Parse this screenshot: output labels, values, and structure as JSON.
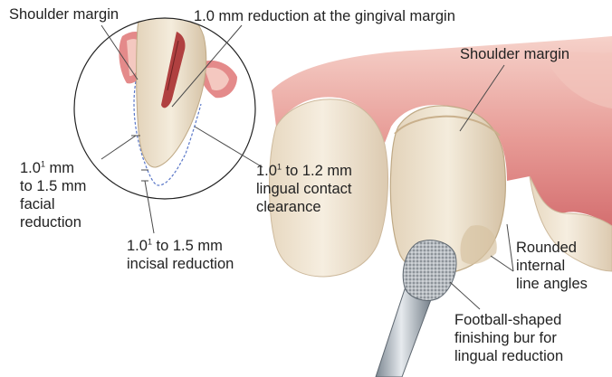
{
  "labels": {
    "shoulder_margin_top": "Shoulder margin",
    "reduction_gingival": "1.0 mm reduction at the gingival margin",
    "shoulder_margin_right": "Shoulder margin",
    "facial_base": "1.0",
    "facial_sup": "1",
    "facial_rest": " mm",
    "facial_line2": "to 1.5 mm",
    "facial_line3": "facial",
    "facial_line4": "reduction",
    "lingual_base": "1.0",
    "lingual_sup": "1",
    "lingual_rest": " to 1.2 mm",
    "lingual_line2": "lingual contact",
    "lingual_line3": "clearance",
    "incisal_base": "1.0",
    "incisal_sup": "1",
    "incisal_rest": " to 1.5 mm",
    "incisal_line2": "incisal reduction",
    "rounded_line1": "Rounded",
    "rounded_line2": "internal",
    "rounded_line3": "line angles",
    "bur_line1": "Football-shaped",
    "bur_line2": "finishing bur for",
    "bur_line3": "lingual reduction"
  },
  "colors": {
    "gingiva": "#e48a8a",
    "gingiva_light": "#f4c8c0",
    "tooth": "#f1e6d4",
    "tooth_shade": "#d9c6aa",
    "pulp": "#b04040",
    "bur_metal": "#9aa3ab",
    "leader": "#4a4a4a"
  }
}
